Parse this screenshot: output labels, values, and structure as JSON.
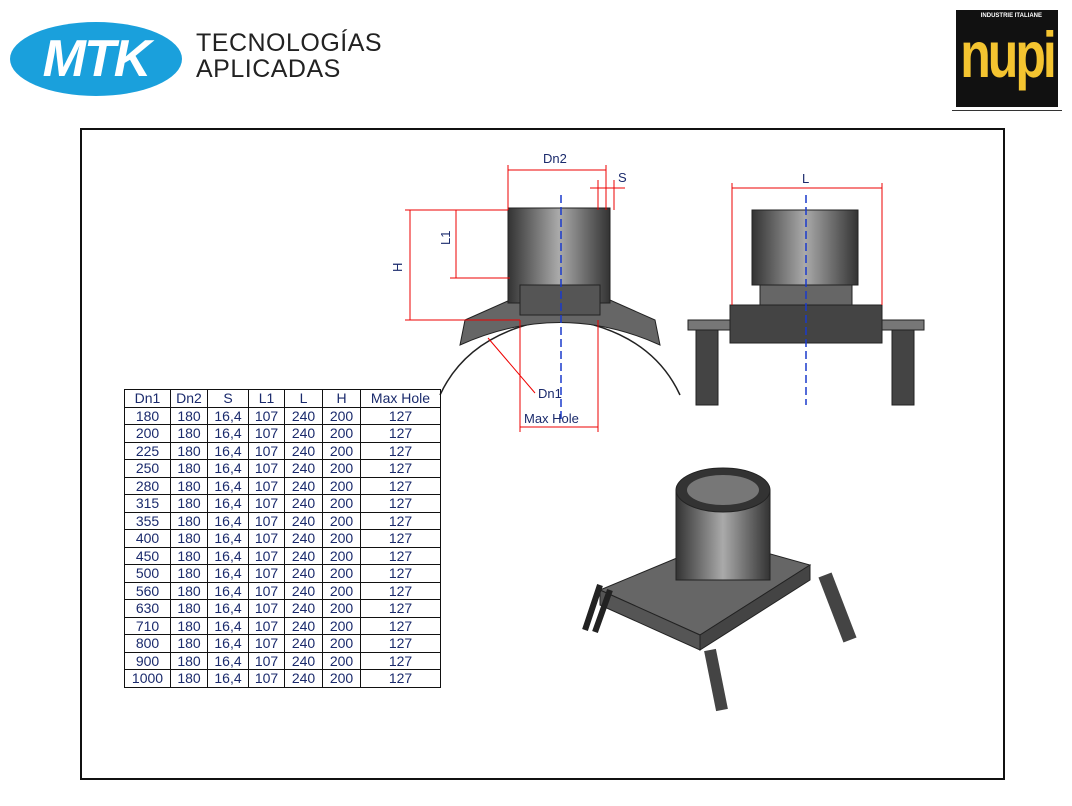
{
  "header": {
    "mtk_logo": "MTK",
    "mtk_tagline_1": "TECNOLOGÍAS",
    "mtk_tagline_2": "APLICADAS",
    "nupi_logo": "nupi",
    "nupi_sub": "INDUSTRIE ITALIANE"
  },
  "drawing_labels": {
    "dn2": "Dn2",
    "s": "S",
    "l1": "L1",
    "h": "H",
    "l": "L",
    "dn1": "Dn1",
    "max_hole": "Max Hole"
  },
  "table": {
    "headers": [
      "Dn1",
      "Dn2",
      "S",
      "L1",
      "L",
      "H",
      "Max Hole"
    ],
    "rows": [
      [
        "180",
        "180",
        "16,4",
        "107",
        "240",
        "200",
        "127"
      ],
      [
        "200",
        "180",
        "16,4",
        "107",
        "240",
        "200",
        "127"
      ],
      [
        "225",
        "180",
        "16,4",
        "107",
        "240",
        "200",
        "127"
      ],
      [
        "250",
        "180",
        "16,4",
        "107",
        "240",
        "200",
        "127"
      ],
      [
        "280",
        "180",
        "16,4",
        "107",
        "240",
        "200",
        "127"
      ],
      [
        "315",
        "180",
        "16,4",
        "107",
        "240",
        "200",
        "127"
      ],
      [
        "355",
        "180",
        "16,4",
        "107",
        "240",
        "200",
        "127"
      ],
      [
        "400",
        "180",
        "16,4",
        "107",
        "240",
        "200",
        "127"
      ],
      [
        "450",
        "180",
        "16,4",
        "107",
        "240",
        "200",
        "127"
      ],
      [
        "500",
        "180",
        "16,4",
        "107",
        "240",
        "200",
        "127"
      ],
      [
        "560",
        "180",
        "16,4",
        "107",
        "240",
        "200",
        "127"
      ],
      [
        "630",
        "180",
        "16,4",
        "107",
        "240",
        "200",
        "127"
      ],
      [
        "710",
        "180",
        "16,4",
        "107",
        "240",
        "200",
        "127"
      ],
      [
        "800",
        "180",
        "16,4",
        "107",
        "240",
        "200",
        "127"
      ],
      [
        "900",
        "180",
        "16,4",
        "107",
        "240",
        "200",
        "127"
      ],
      [
        "1000",
        "180",
        "16,4",
        "107",
        "240",
        "200",
        "127"
      ]
    ]
  }
}
